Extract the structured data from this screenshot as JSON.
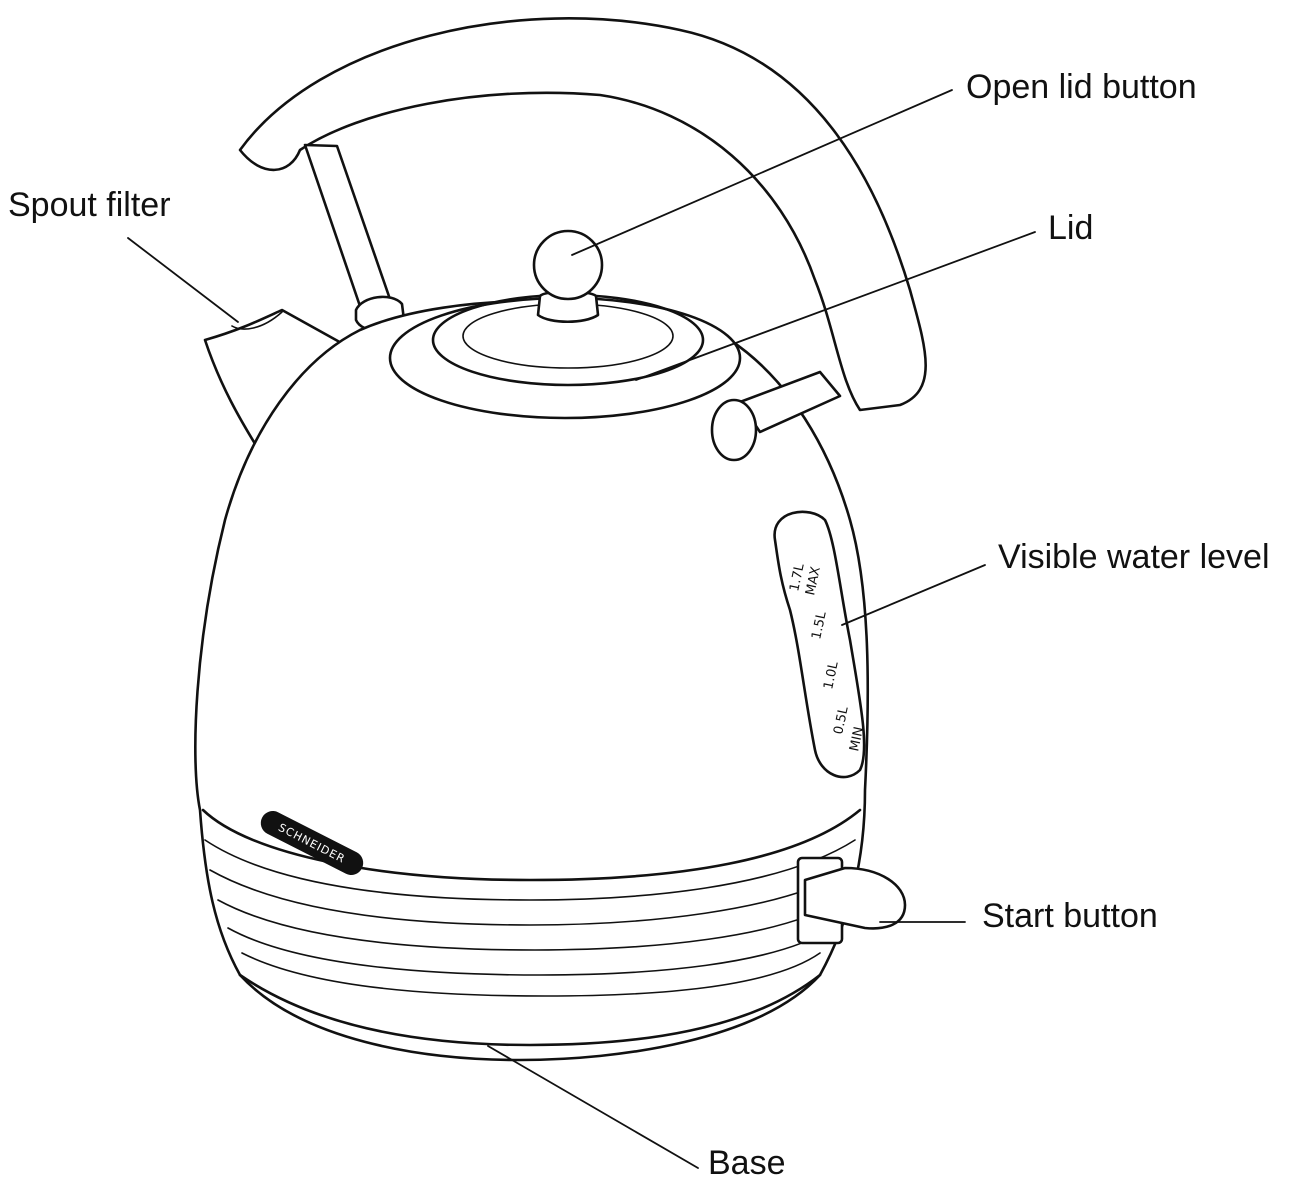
{
  "labels": {
    "spout_filter": "Spout filter",
    "open_lid_button": "Open lid button",
    "lid": "Lid",
    "visible_water_level": "Visible water level",
    "start_button": "Start button",
    "base": "Base"
  },
  "gauge_marks": [
    "1.7L",
    "MAX",
    "1.5L",
    "1.0L",
    "0.5L",
    "MIN"
  ],
  "brand": "SCHNEIDER",
  "colors": {
    "line": "#111111",
    "background": "#ffffff"
  }
}
